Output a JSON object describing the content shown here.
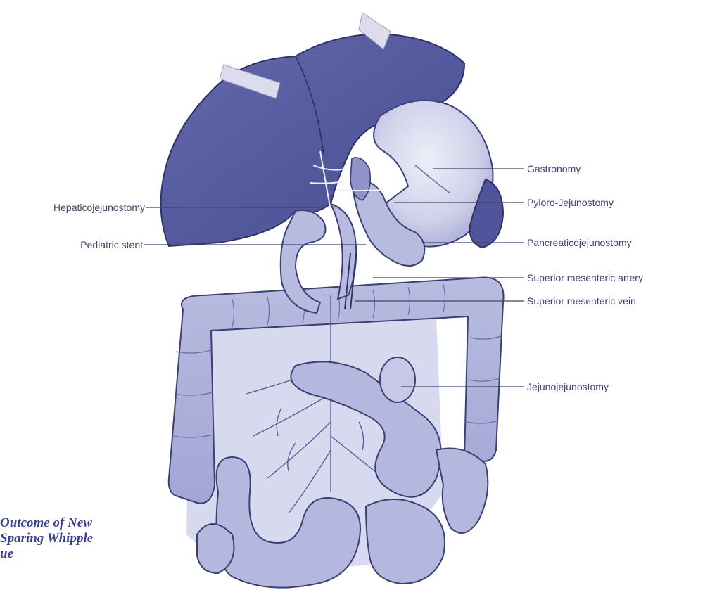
{
  "labels": {
    "left": [
      "Hepaticojejunostomy",
      "Pediatric stent"
    ],
    "right": [
      "Gastronomy",
      "Pyloro-Jejunostomy",
      "Pancreaticojejunostomy",
      "Superior mesenteric artery",
      "Superior mesenteric vein",
      "Jejunojejunostomy"
    ]
  },
  "caption": [
    "Outcome of New",
    "Sparing Whipple",
    "ue"
  ],
  "colors": {
    "liver": "#5559a0",
    "organ_light": "#c3c5e2",
    "organ_mid": "#9a9ed0",
    "outline": "#3b3f75",
    "label_text": "#3d4374",
    "caption_text": "#3b3f8f"
  }
}
